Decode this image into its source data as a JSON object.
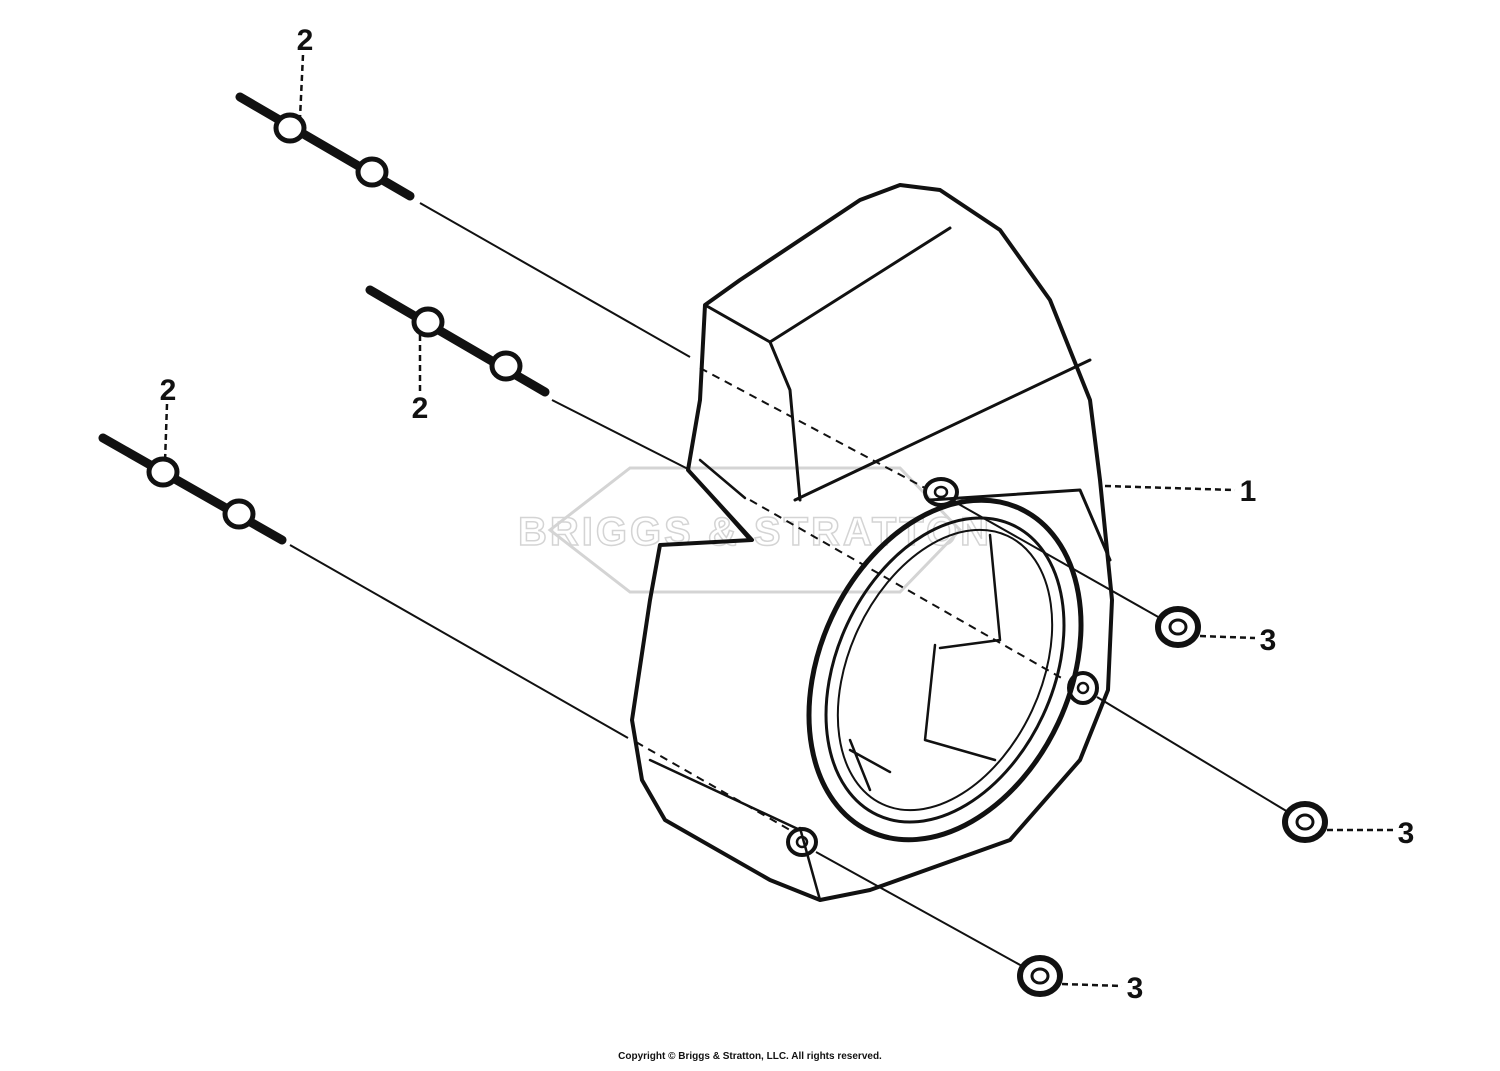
{
  "watermark": {
    "text": "BRIGGS & STRATTON"
  },
  "callouts": {
    "shroud": "1",
    "stud_top": "2",
    "stud_middle": "2",
    "stud_lower": "2",
    "nut_upper": "3",
    "nut_middle": "3",
    "nut_lower": "3"
  },
  "copyright": "Copyright © Briggs & Stratton, LLC. All rights reserved.",
  "colors": {
    "ink": "#111111",
    "watermark": "#d4d4d4",
    "background": "#ffffff"
  }
}
